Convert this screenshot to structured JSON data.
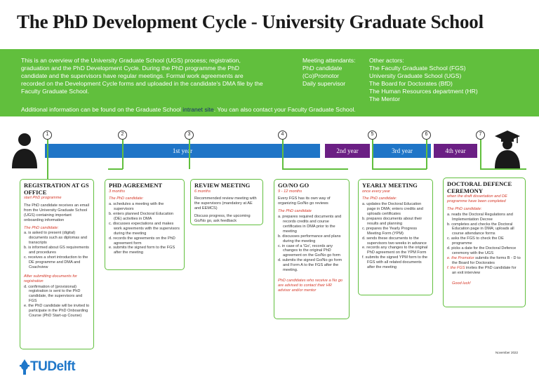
{
  "title": "The PhD Development Cycle - University Graduate School",
  "banner": {
    "intro": "This is an overview of the University Graduate School (UGS) process; registration, graduation and the PhD Development Cycle. During the PhD programme the PhD candidate and the supervisors have regular meetings. Formal work agreements are recorded on the Development Cycle forms and uploaded in the candidate's DMA file by the Faculty Graduate School.",
    "attendants_title": "Meeting attendants:",
    "attendants": [
      "PhD candidate",
      "(Co)Promotor",
      "Daily supervisor"
    ],
    "actors_title": "Other actors:",
    "actors": [
      "The Faculty Graduate School (FGS)",
      "University Graduate School (UGS)",
      "The Board for Doctorates (BfD)",
      "The Human Resources department (HR)",
      "The Mentor"
    ],
    "additional_before": "Additional information can be found on the Graduate School ",
    "additional_link": "intranet site",
    "additional_after": ". You can also contact your Faculty Graduate School."
  },
  "timeline": {
    "year1": "1st year",
    "year2": "2nd year",
    "year3": "3rd year",
    "year4": "4th year",
    "milestones": [
      "1",
      "2",
      "3",
      "4",
      "5",
      "6",
      "7"
    ]
  },
  "cards": {
    "registration": {
      "title": "REGISTRATION AT GS OFFICE",
      "sub": "start PhD programme",
      "intro": "The PhD candidate receives an email from the University Graduate School (UGS) containing important onboarding information",
      "cand_label": "The PhD candidate:",
      "cand_items": [
        "a. is asked to present (digital) documents such as diplomas and transcripts",
        "b. is informed about GS requirements and procedures",
        "c. receives a short introduction to the DE programme and DMA and Coachview"
      ],
      "after_label": "After submitting documents for registration",
      "after_items": [
        "d. confirmation of (provisional) registration is sent to the PhD candidate, the supervisors and FGS",
        "e. the PhD candidate will be invited to participate in the PhD Onboarding Course (PhD Start-up Course)"
      ]
    },
    "agreement": {
      "title": "PHD AGREEMENT",
      "sub": "3 months",
      "cand_label": "The PhD candidate:",
      "items": [
        "a. schedules a meeting with the supervisors",
        "b. enters planned Doctoral Education (DE) activities in DMA",
        "c. discusses expectations and makes work agreements with the supervisors during the meeting",
        "d. records the agreements on the PhD agreement form",
        "e. submits the signed form to the FGS after the meeting"
      ]
    },
    "review": {
      "title": "REVIEW MEETING",
      "sub": "6 months",
      "p1": "Recommended review meeting with the supervisors (mandatory at AE and EEMCS)",
      "p2": "Discuss progress, the upcoming Go/No go, ask feedback"
    },
    "gonogo": {
      "title": "GO/NO GO",
      "sub": "9 - 12 months",
      "p1": "Every FGS has its own way of organizing Go/No go reviews",
      "cand_label": "The PhD candidate",
      "items": [
        "a. prepares required documents and records credits and course certificates in DMA prior to the meeting",
        "b. discusses performance and plans during the meeting",
        "c. in case of a 'Go', records any changes to the original PhD agreement on the Go/No go form",
        "d. submits the signed Go/No go form and Form A to the FGS after the meeting."
      ],
      "note": "PhD candidates who receive a No go are advised to contact their HR advisor and/or mentor"
    },
    "yearly": {
      "title": "YEARLY MEETING",
      "sub": "once every year",
      "cand_label": "The PhD candidate:",
      "items": [
        "a. updates the Doctoral Education page in DMA; enters credits and uploads certificates",
        "b. prepares documents about their results and planning",
        "c. prepares the Yearly Progress Meeting Form (YPM)",
        "d. sends these documents to the supervisors two weeks in advance",
        "e. records any changes to the original PhD agreement on the YPM Form",
        "f. submits the signed YPM form to the FGS with all related documents after the meeting"
      ]
    },
    "defence": {
      "title": "DOCTORAL DEFENCE CEREMONY",
      "sub": "when the draft dissertation and DE programme have been completed",
      "cand_label": "The PhD candidate:",
      "items": [
        "a. reads the Doctoral Regulations and Implementation Decree",
        "b. completes and checks the Doctoral Education page in DMA; uploads all course attendance forms",
        "c. asks the FGS to check the DE programme",
        "d. picks a date for the Doctoral Defence ceremony with the UGS"
      ],
      "item_e_red": "e. the Promotor",
      "item_e_rest": " submits the forms B - D to the Board for Doctorates",
      "item_f_red": "f. the FGS",
      "item_f_rest": " invites the PhD candidate for an exit interview",
      "good_luck": "Good luck!"
    }
  },
  "footer": {
    "date": "November 2022",
    "logo_text": "TUDelft"
  },
  "colors": {
    "green": "#61bf3d",
    "blue": "#1f75c7",
    "purple": "#6b1f84",
    "red": "#d53a2a",
    "logo": "#1f77c9"
  }
}
